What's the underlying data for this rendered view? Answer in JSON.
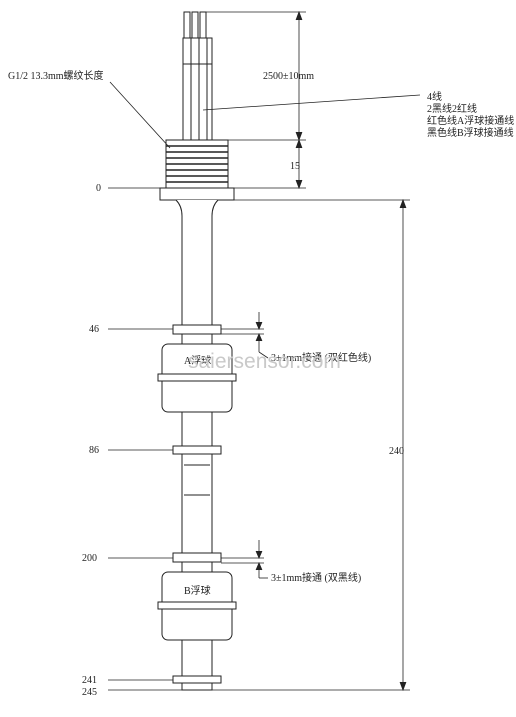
{
  "labels": {
    "thread_spec": "G1/2 13.3mm螺纹长度",
    "cable_length": "2500±10mm",
    "wire_count": "4线",
    "wire_colors": "2黑线2红线",
    "wire_red": "红色线A浮球接通线",
    "wire_black": "黑色线B浮球接通线",
    "thread_len": "15",
    "total_len": "240",
    "float_a": "A浮球",
    "float_b": "B浮球",
    "float_a_note": "3±1mm接通 (双红色线)",
    "float_b_note": "3±1mm接通 (双黑线)"
  },
  "scale": [
    "0",
    "46",
    "86",
    "200",
    "241",
    "245"
  ],
  "watermark": "saiersensor.com"
}
